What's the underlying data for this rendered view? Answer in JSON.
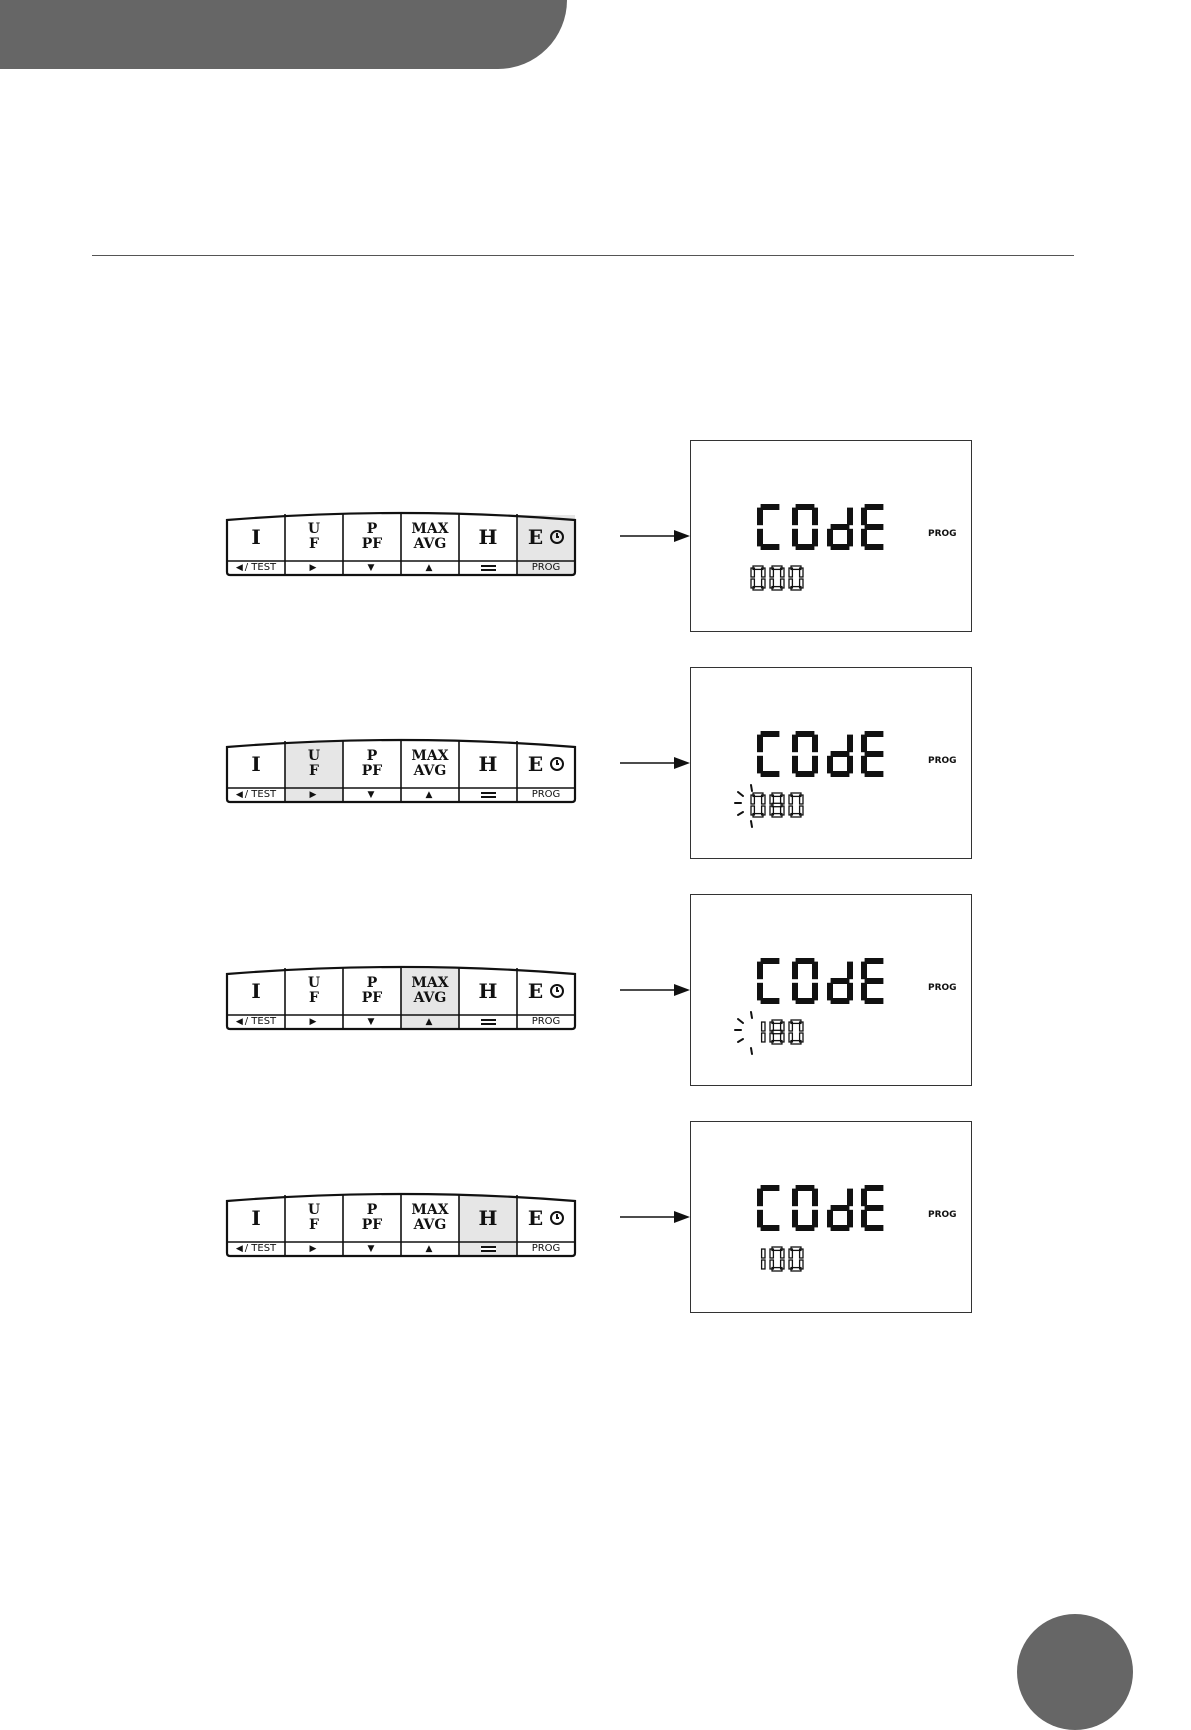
{
  "keypad": {
    "keys": [
      {
        "main": [
          "I"
        ],
        "sub": "/ TEST",
        "sub_icon": "triangle-left-icon"
      },
      {
        "main": [
          "U",
          "F"
        ],
        "sub": "",
        "sub_icon": "triangle-right-icon"
      },
      {
        "main": [
          "P",
          "PF"
        ],
        "sub": "",
        "sub_icon": "triangle-down-icon"
      },
      {
        "main": [
          "MAX",
          "AVG"
        ],
        "sub": "",
        "sub_icon": "triangle-up-icon"
      },
      {
        "main": [
          "H"
        ],
        "sub": "",
        "sub_icon": "return-icon"
      },
      {
        "main": [
          "E"
        ],
        "main_icon": "clock-icon",
        "sub": "PROG",
        "sub_icon": ""
      }
    ]
  },
  "steps": [
    {
      "highlighted_key": 5,
      "display_main": "COdE",
      "display_indicator": "PROG",
      "display_code": "000",
      "blinking_digit": null
    },
    {
      "highlighted_key": 1,
      "display_main": "COdE",
      "display_indicator": "PROG",
      "display_code": "080",
      "blinking_digit": 0
    },
    {
      "highlighted_key": 3,
      "display_main": "COdE",
      "display_indicator": "PROG",
      "display_code": "180",
      "blinking_digit": 0
    },
    {
      "highlighted_key": 4,
      "display_main": "COdE",
      "display_indicator": "PROG",
      "display_code": "100",
      "blinking_digit": null
    }
  ],
  "colors": {
    "header": "#666666",
    "highlight": "#e6e6e6",
    "ink": "#111111"
  }
}
